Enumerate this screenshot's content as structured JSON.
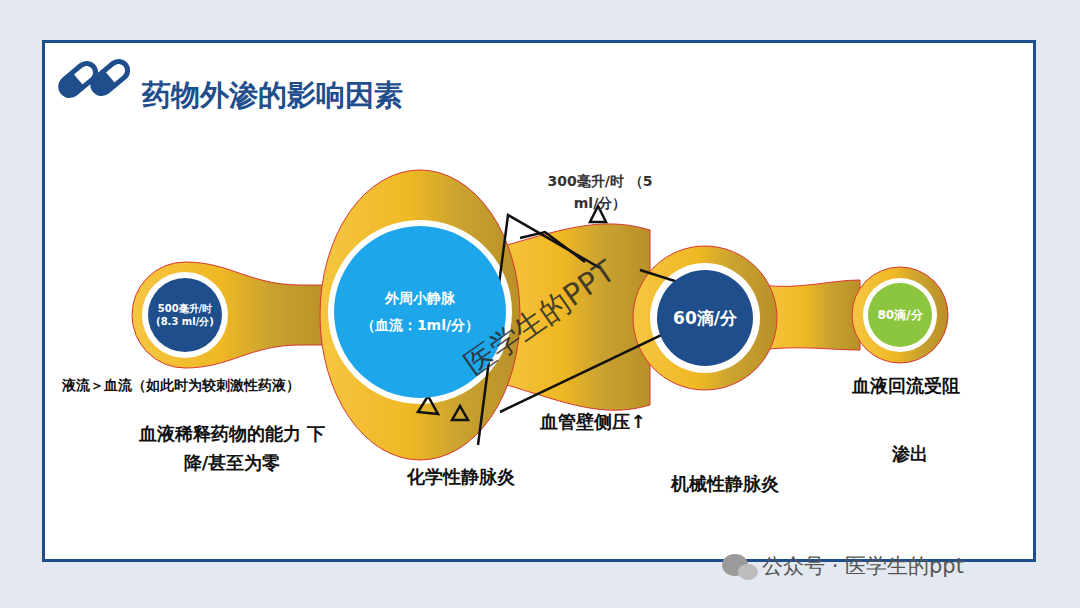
{
  "diagram": {
    "title": "药物外渗的影响因素",
    "nodes": [
      {
        "text": [
          "500毫升/时 (8.3 ml/分)"
        ]
      },
      {
        "text": [
          "外周小静脉",
          "（血流：1ml/分）"
        ]
      },
      {
        "text": [
          "60滴/分"
        ]
      },
      {
        "text": [
          "80滴/分"
        ]
      }
    ],
    "labels": [
      "300毫升/时 （5 ml/分）",
      "液流＞血流（如此时为较刺激性药液）",
      "血液稀释药物的能力 下降/甚至为零",
      "化学性静脉炎",
      "血管壁侧压↑",
      "机械性静脉炎",
      "血液回流受阻",
      "渗出",
      "医学生的PPT",
      "公众号 · 医学生的ppt"
    ]
  }
}
